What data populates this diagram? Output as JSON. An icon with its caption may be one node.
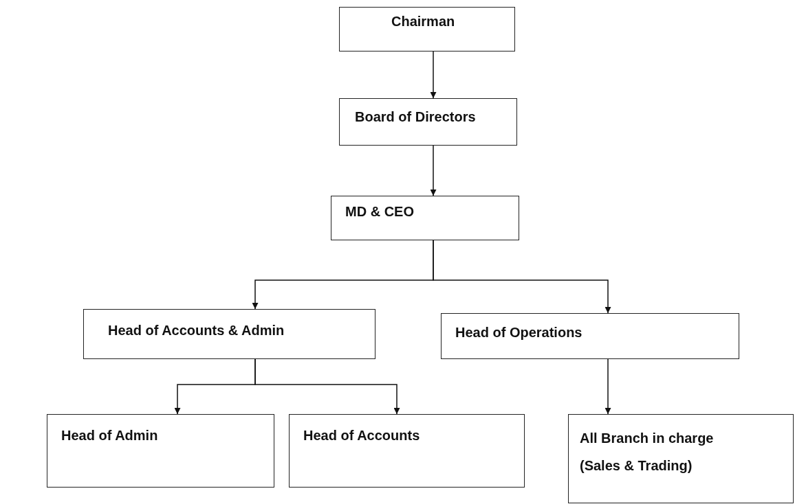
{
  "diagram": {
    "nodes": [
      {
        "text": [
          "Chairman"
        ]
      },
      {
        "text": [
          "Board of Directors"
        ]
      },
      {
        "text": [
          "MD & CEO"
        ]
      },
      {
        "text": [
          "Head of Accounts & Admin"
        ]
      },
      {
        "text": [
          "Head of Operations"
        ]
      },
      {
        "text": [
          "Head of Admin"
        ]
      },
      {
        "text": [
          "Head of Accounts"
        ]
      },
      {
        "text": [
          "All Branch in charge (Sales & Trading)"
        ]
      }
    ],
    "edges": [
      {
        "from": 0,
        "to": 1,
        "arrow": "to"
      },
      {
        "from": 1,
        "to": 2,
        "arrow": "to"
      },
      {
        "from": 2,
        "to": 3,
        "arrow": "to"
      },
      {
        "from": 2,
        "to": 4,
        "arrow": "to"
      },
      {
        "from": 3,
        "to": 5,
        "arrow": "to"
      },
      {
        "from": 3,
        "to": 6,
        "arrow": "to"
      },
      {
        "from": 4,
        "to": 7,
        "arrow": "to"
      }
    ]
  }
}
